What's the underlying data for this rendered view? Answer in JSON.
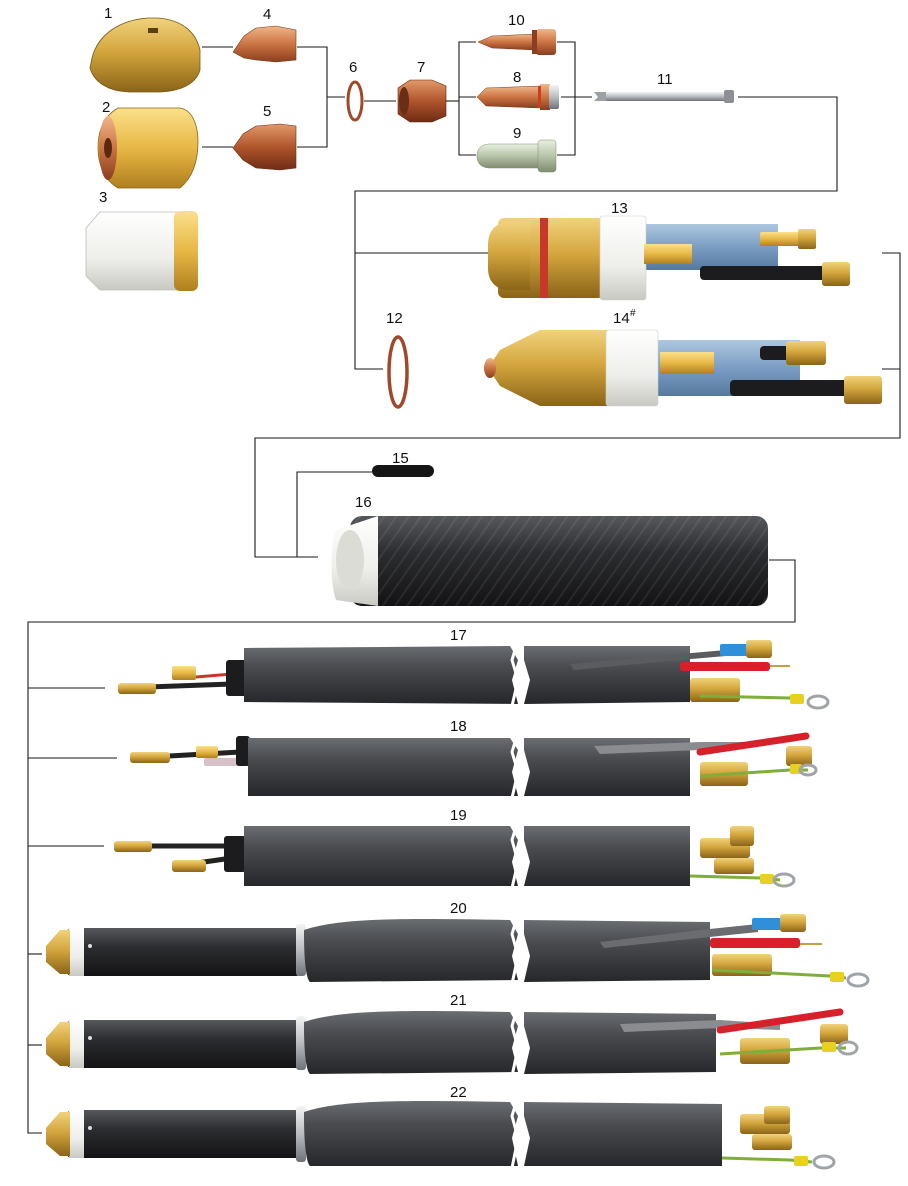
{
  "diagram": {
    "callouts": {
      "p1": "1",
      "p2": "2",
      "p3": "3",
      "p4": "4",
      "p5": "5",
      "p6": "6",
      "p7": "7",
      "p8": "8",
      "p9": "9",
      "p10": "10",
      "p11": "11",
      "p12": "12",
      "p13": "13",
      "p14": "14",
      "p14_mark": "#",
      "p15": "15",
      "p16": "16",
      "p17": "17",
      "p18": "18",
      "p19": "19",
      "p20": "20",
      "p21": "21",
      "p22": "22"
    },
    "colors": {
      "brass": "#d9b04a",
      "copper": "#c8784a",
      "white_insulator": "#f2f2ee",
      "blue_wrap": "#7ea3c8",
      "hose_black": "#2b2b2b",
      "hose_grey": "#4a4c50",
      "red_wire": "#d8202a",
      "blue_wire": "#2f8fd8",
      "green_wire": "#7fae3a",
      "line": "#1a1a1a"
    }
  }
}
